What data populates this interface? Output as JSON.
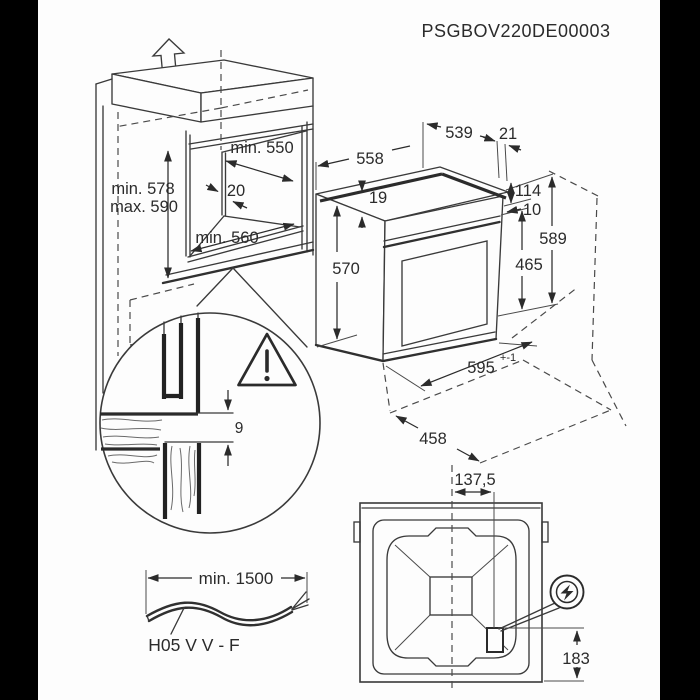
{
  "window": {
    "title": "PSGBOV220DE00003"
  },
  "colors": {
    "line": "#3a3a3a",
    "text": "#2b2b2b",
    "background": "#fdfdfd",
    "letterbox": "#000000"
  },
  "cabinet": {
    "niche_depth": "min. 550",
    "niche_height_min": "min. 578",
    "niche_height_max": "max. 590",
    "side_clearance": "20",
    "niche_width": "min. 560"
  },
  "oven": {
    "top_depth": "539",
    "rear_top_offset": "21",
    "body_depth": "558",
    "top_trim_height": "19",
    "rear_panel_height": "114",
    "rear_gap": "10",
    "total_height": "589",
    "front_lower_height": "465",
    "side_height": "570",
    "body_width": "595",
    "body_width_tolerance": "+-1",
    "base_depth": "458"
  },
  "detail": {
    "ventilation_gap": "9"
  },
  "power_cable": {
    "min_length": "min. 1500",
    "cable_type": "H05 V V - F"
  },
  "rear_view": {
    "connection_offset_x": "137,5",
    "connection_offset_y": "183"
  }
}
